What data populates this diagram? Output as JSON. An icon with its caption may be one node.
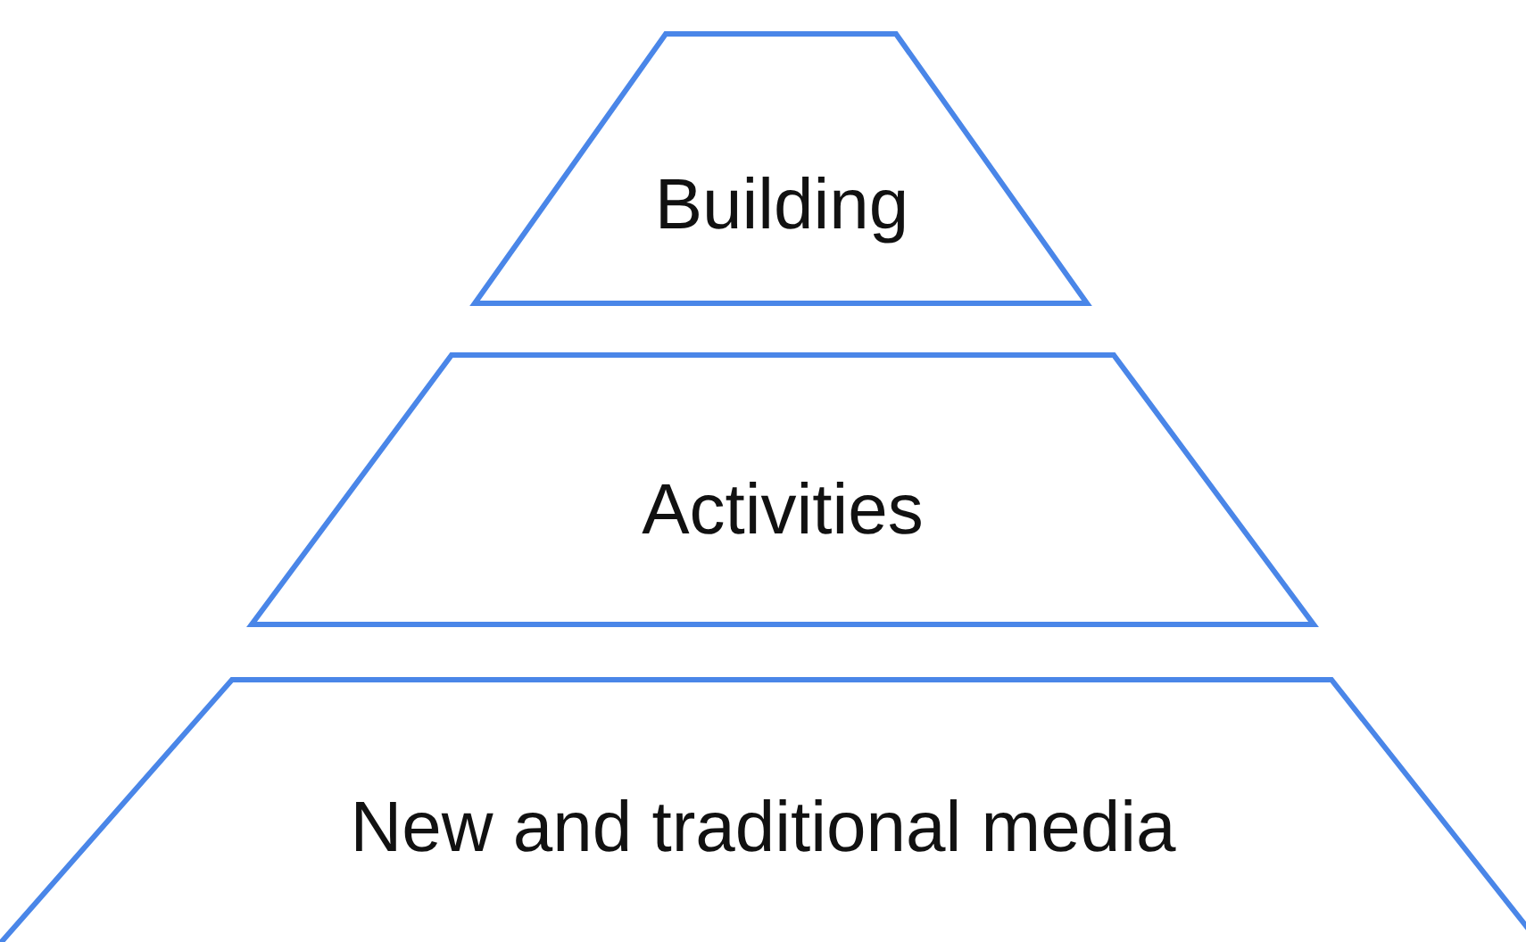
{
  "diagram": {
    "nodes": [
      {
        "text": [
          "Building"
        ]
      },
      {
        "text": [
          "Activities"
        ]
      },
      {
        "text": [
          "New and traditional media"
        ]
      }
    ]
  }
}
